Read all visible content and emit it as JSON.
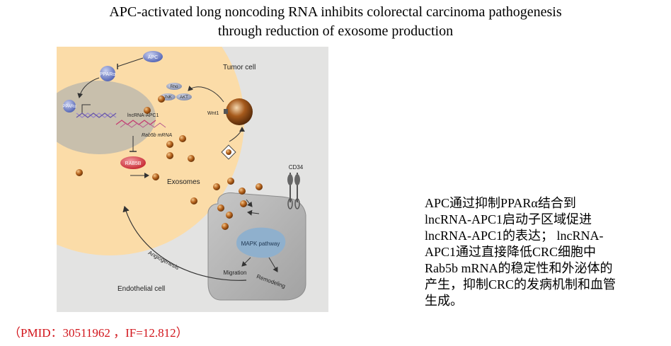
{
  "title": {
    "line1": "APC-activated long noncoding RNA inhibits colorectal carcinoma pathogenesis",
    "line2": "through reduction of exosome production"
  },
  "figure": {
    "tumor_cell": "Tumor cell",
    "apc": "APC",
    "ppar_a": "PPARα",
    "ppar_a_small": "PPARα",
    "lncrna_apc1": "lncRNA-APC1",
    "rab5b_mrna": "Rab5b mRNA",
    "rab5b": "RAB5B",
    "rho": "Rho",
    "jnk": "JNK",
    "akt": "AKT",
    "wnt1": "Wnt1",
    "exosomes": "Exosomes",
    "cd34": "CD34",
    "mapk": "MAPK pathway",
    "migration": "Migration",
    "remodeling": "Remodeling",
    "angiogenesis": "Angiogenesis",
    "endothelial_cell": "Endothelial cell"
  },
  "caption": {
    "lines": [
      "APC通过抑制PPARα结合到",
      "lncRNA-APC1启动子区域促进",
      "lncRNA-APC1的表达； lncRNA-",
      "APC1通过直接降低CRC细胞中",
      "Rab5b mRNA的稳定性和外泌体的",
      "产生，抑制CRC的发病机制和血管",
      "生成。"
    ]
  },
  "citation": "（PMID：30511962 ，IF=12.812）",
  "colors": {
    "cell": "#fbdca8",
    "nucleus": "#c8bfac",
    "figure_bg": "#e3e3e2",
    "endothelial": "#b3b3b3",
    "exosome": "#b5631d",
    "protein": "#6f7ec6",
    "rab5b": "#d9363e",
    "mapk": "#8fb0cd",
    "citation": "#d2141b"
  }
}
